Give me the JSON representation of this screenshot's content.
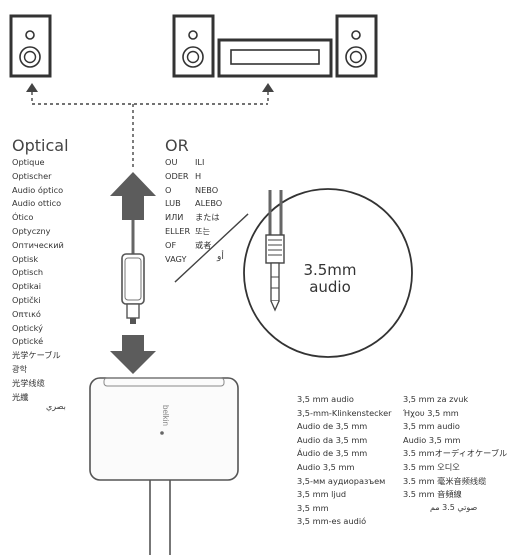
{
  "optical": {
    "heading": "Optical",
    "translations": [
      "Optique",
      "Optischer",
      "Audio óptico",
      "Audio ottico",
      "Ótico",
      "Optyczny",
      "Оптический",
      "Optisk",
      "Optisch",
      "Optikai",
      "Optički",
      "Οπτικό",
      "Optický",
      "Optické",
      "光学ケーブル",
      "광학",
      "光学线缆",
      "光纖"
    ],
    "arabic": "بصري"
  },
  "or": {
    "heading": "OR",
    "col1": [
      "OU",
      "ODER",
      "O",
      "LUB",
      "ИЛИ",
      "ELLER",
      "OF",
      "VAGY"
    ],
    "col2": [
      "ILI",
      "H",
      "NEBO",
      "ALEBO",
      "または",
      "또는",
      "或者"
    ],
    "arabic": "أو"
  },
  "audio_callout": "3.5mm\naudio",
  "device_brand": "belkin",
  "audio35": {
    "col1": [
      "3,5 mm audio",
      "3,5-mm-Klinkenstecker",
      "Audio de 3,5 mm",
      "Audio da 3,5 mm",
      "Áudio de 3,5 mm",
      "Audio 3,5 mm",
      "3,5-мм аудиоразъем",
      "3,5 mm ljud",
      "3,5 mm",
      "3,5 mm-es audió"
    ],
    "col2": [
      "3,5 mm za zvuk",
      "Ήχου 3,5 mm",
      "3,5 mm audio",
      "Audio 3,5 mm",
      "3.5 mmオーディオケーブル",
      "3.5 mm 오디오",
      "3.5 mm 毫米音频线缆",
      "3.5 mm 音頻線"
    ],
    "arabic": "صوتي 3.5 مم"
  }
}
